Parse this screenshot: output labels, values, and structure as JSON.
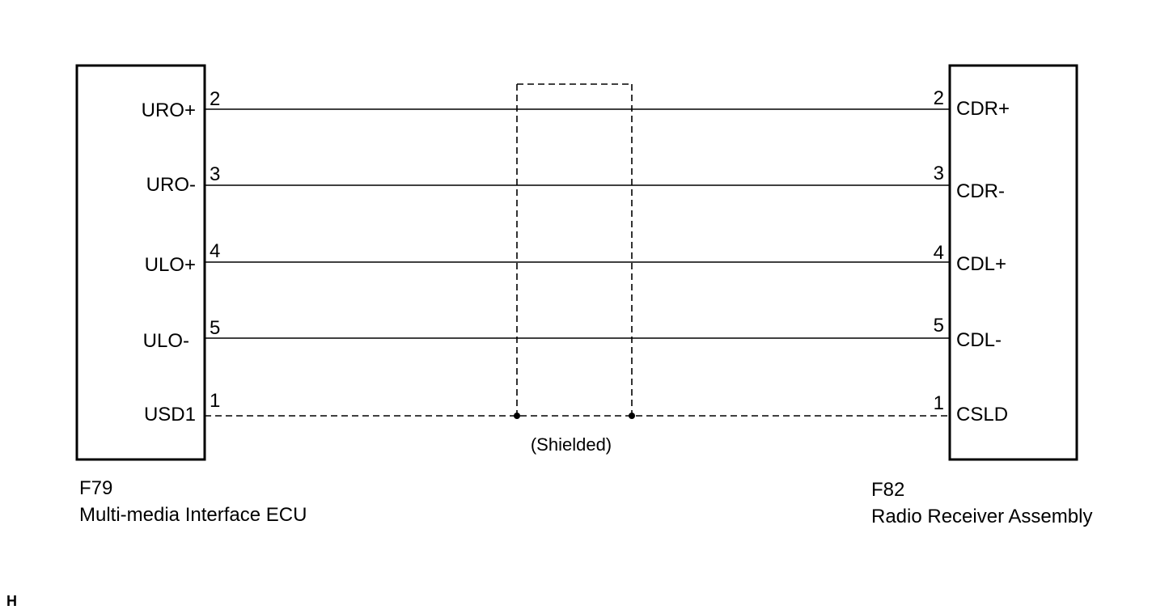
{
  "left_component": {
    "connector": "F79",
    "name": "Multi-media Interface ECU"
  },
  "right_component": {
    "connector": "F82",
    "name": "Radio Receiver Assembly"
  },
  "wires": [
    {
      "left_signal": "URO+",
      "left_pin": "2",
      "right_pin": "2",
      "right_signal": "CDR+",
      "style": "solid"
    },
    {
      "left_signal": "URO-",
      "left_pin": "3",
      "right_pin": "3",
      "right_signal": "CDR-",
      "style": "solid"
    },
    {
      "left_signal": "ULO+",
      "left_pin": "4",
      "right_pin": "4",
      "right_signal": "CDL+",
      "style": "solid"
    },
    {
      "left_signal": "ULO-",
      "left_pin": "5",
      "right_pin": "5",
      "right_signal": "CDL-",
      "style": "solid"
    },
    {
      "left_signal": "USD1",
      "left_pin": "1",
      "right_pin": "1",
      "right_signal": "CSLD",
      "style": "dashed"
    }
  ],
  "shield": {
    "label": "(Shielded)"
  },
  "corner_label": "H"
}
